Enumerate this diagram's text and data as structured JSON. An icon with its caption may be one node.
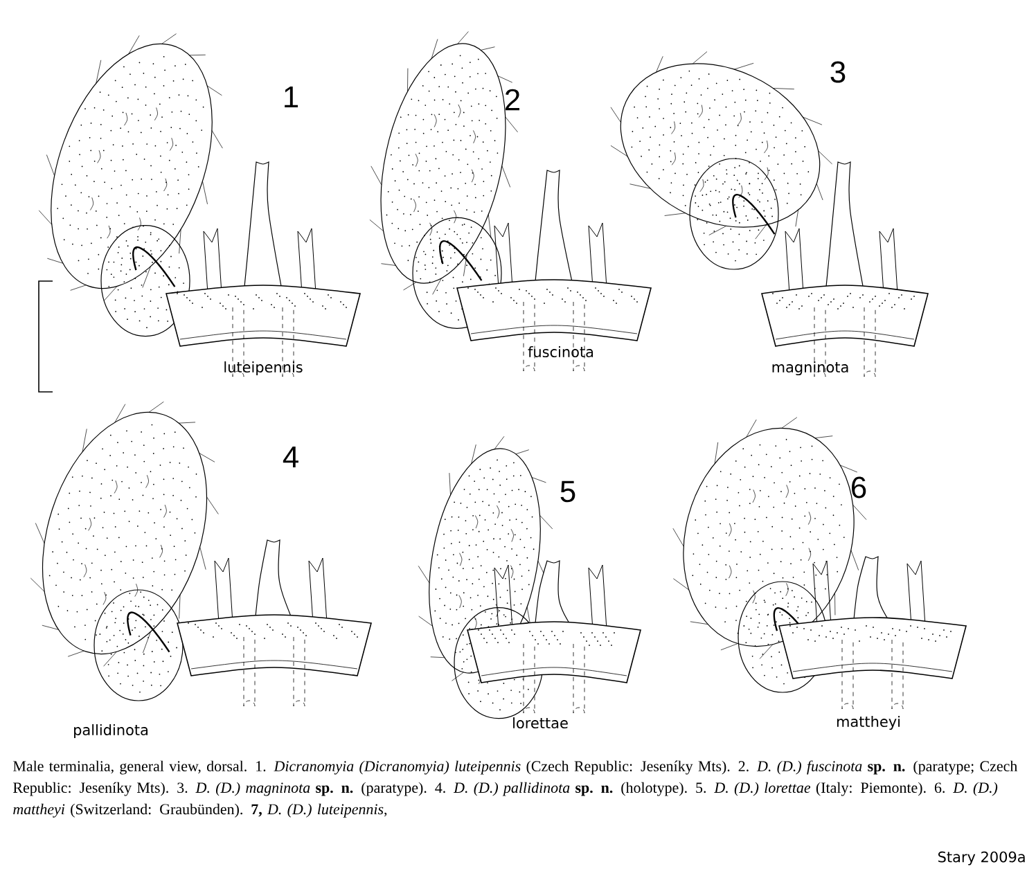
{
  "diagram": {
    "caption": "Male terminalia, general view, dorsal. 1. *Dicranomyia (Dicranomyia) luteipennis* (Czech Republic: Jeseníky Mts). 2. *D. (D.) fuscinota* **sp. n.** (paratype; Czech Republic: Jeseníky Mts). 3. *D. (D.) magninota* **sp. n.** (paratype). 4. *D. (D.) pallidinota* **sp. n.** (holotype). 5. *D. (D.) lorettae* (Italy: Piemonte). 6. *D. (D.) mattheyi* (Switzerland: Graubünden). **7,** *D. (D.) luteipennis*,",
    "labels": [
      "1",
      "2",
      "3",
      "luteipennis",
      "fuscinota",
      "magninota",
      "4",
      "5",
      "6",
      "pallidinota",
      "lorettae",
      "mattheyi",
      "Stary 2009a"
    ]
  }
}
